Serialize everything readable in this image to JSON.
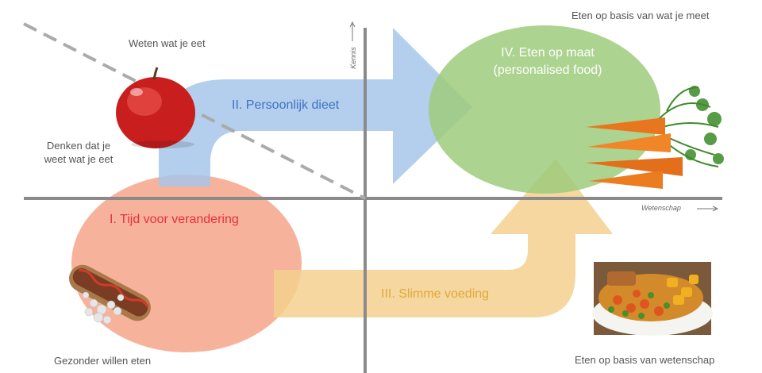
{
  "labels": {
    "top_left": "Weten wat je eet",
    "mid_left": "Denken dat je weet wat je eet",
    "bottom_left": "Gezonder willen eten",
    "top_right": "Eten op basis van wat je meet",
    "bottom_right": "Eten op basis van wetenschap"
  },
  "axes": {
    "y_label": "Kennis",
    "x_label": "Wetenschap"
  },
  "quadrants": [
    {
      "label": "I. Tijd voor verandering",
      "color": "#e8303a",
      "fill": "#f7a890"
    },
    {
      "label": "II. Persoonlijk dieet",
      "color": "#3f72c6",
      "fill": "#a9c7ec"
    },
    {
      "label": "III. Slimme voeding",
      "color": "#e0a93a",
      "fill": "#f3d49a"
    },
    {
      "label": "IV. Eten op maat",
      "sublabel": "(personalised food)",
      "color": "#ffffff",
      "fill": "#9ccc78"
    }
  ],
  "icons": {
    "apple": "apple-icon",
    "carrots": "carrots-icon",
    "hotdog": "hotdog-icon",
    "dish": "vegetable-dish-icon"
  }
}
